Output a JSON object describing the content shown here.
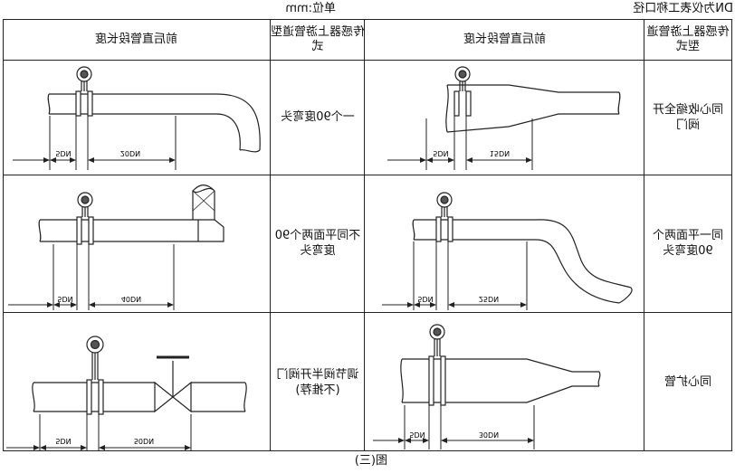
{
  "page": {
    "unit_label": "单位:mm",
    "note_label": "DN为仪表工称口径",
    "figure_caption": "图(三)"
  },
  "headers": {
    "col_type_left": "传感器上游管道型式",
    "col_length_left": "前后直管段长度",
    "col_type_right": "传感器上游管道型式",
    "col_length_right": "前后直管段长度"
  },
  "rows": [
    {
      "left": {
        "type_label": "同心收缩全开阀门",
        "downstream": "5DN",
        "upstream": "15DN"
      },
      "right": {
        "type_label": "一个90度弯头",
        "downstream": "5DN",
        "upstream": "20DN"
      }
    },
    {
      "left": {
        "type_label": "同一平面两个90度弯头",
        "downstream": "5DN",
        "upstream": "25DN"
      },
      "right": {
        "type_label": "不同平面两个90度弯头",
        "downstream": "5DN",
        "upstream": "40DN"
      }
    },
    {
      "left": {
        "type_label": "同心扩管",
        "downstream": "5DN",
        "upstream": "30DN"
      },
      "right": {
        "type_label": "调节阀半开阀门(不推荐)",
        "downstream": "5DN",
        "upstream": "50DN"
      }
    }
  ],
  "colors": {
    "line": "#222222",
    "pipe": "#ffffff"
  }
}
